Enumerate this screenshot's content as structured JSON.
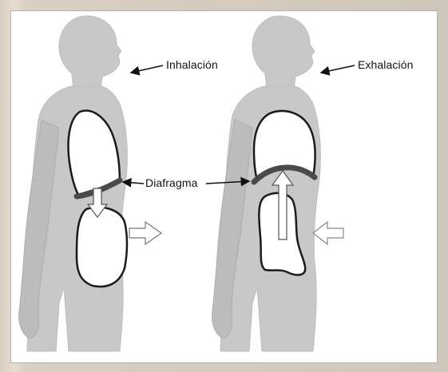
{
  "labels": {
    "inhalation": "Inhalación",
    "exhalation": "Exhalación",
    "diaphragm": "Diafragma"
  },
  "colors": {
    "body": "#c8c8c8",
    "body_shadow": "#b4b4b4",
    "lung_fill": "#ffffff",
    "outline": "#1a1a1a",
    "diaphragm": "#4a4a4a",
    "arrow": "#ffffff"
  }
}
